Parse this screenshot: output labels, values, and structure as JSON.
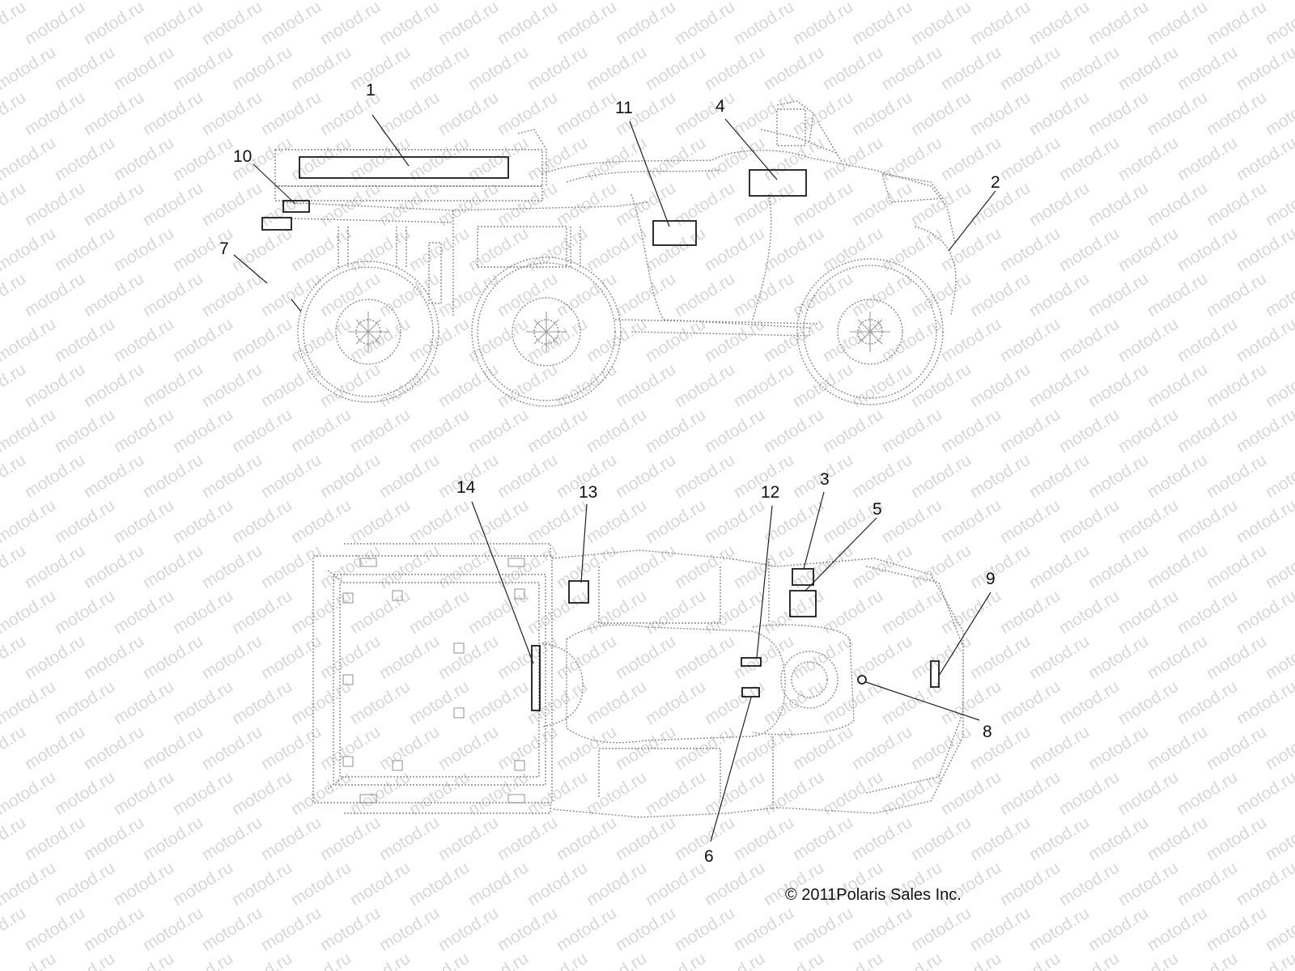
{
  "watermark_text": "motod.ru",
  "callouts": [
    {
      "id": "callout-1",
      "label": "1"
    },
    {
      "id": "callout-2",
      "label": "2"
    },
    {
      "id": "callout-3",
      "label": "3"
    },
    {
      "id": "callout-4",
      "label": "4"
    },
    {
      "id": "callout-5",
      "label": "5"
    },
    {
      "id": "callout-6",
      "label": "6"
    },
    {
      "id": "callout-7",
      "label": "7"
    },
    {
      "id": "callout-8",
      "label": "8"
    },
    {
      "id": "callout-9",
      "label": "9"
    },
    {
      "id": "callout-10",
      "label": "10"
    },
    {
      "id": "callout-11",
      "label": "11"
    },
    {
      "id": "callout-12",
      "label": "12"
    },
    {
      "id": "callout-13",
      "label": "13"
    },
    {
      "id": "callout-14",
      "label": "14"
    }
  ],
  "copyright": "© 2011Polaris Sales Inc."
}
